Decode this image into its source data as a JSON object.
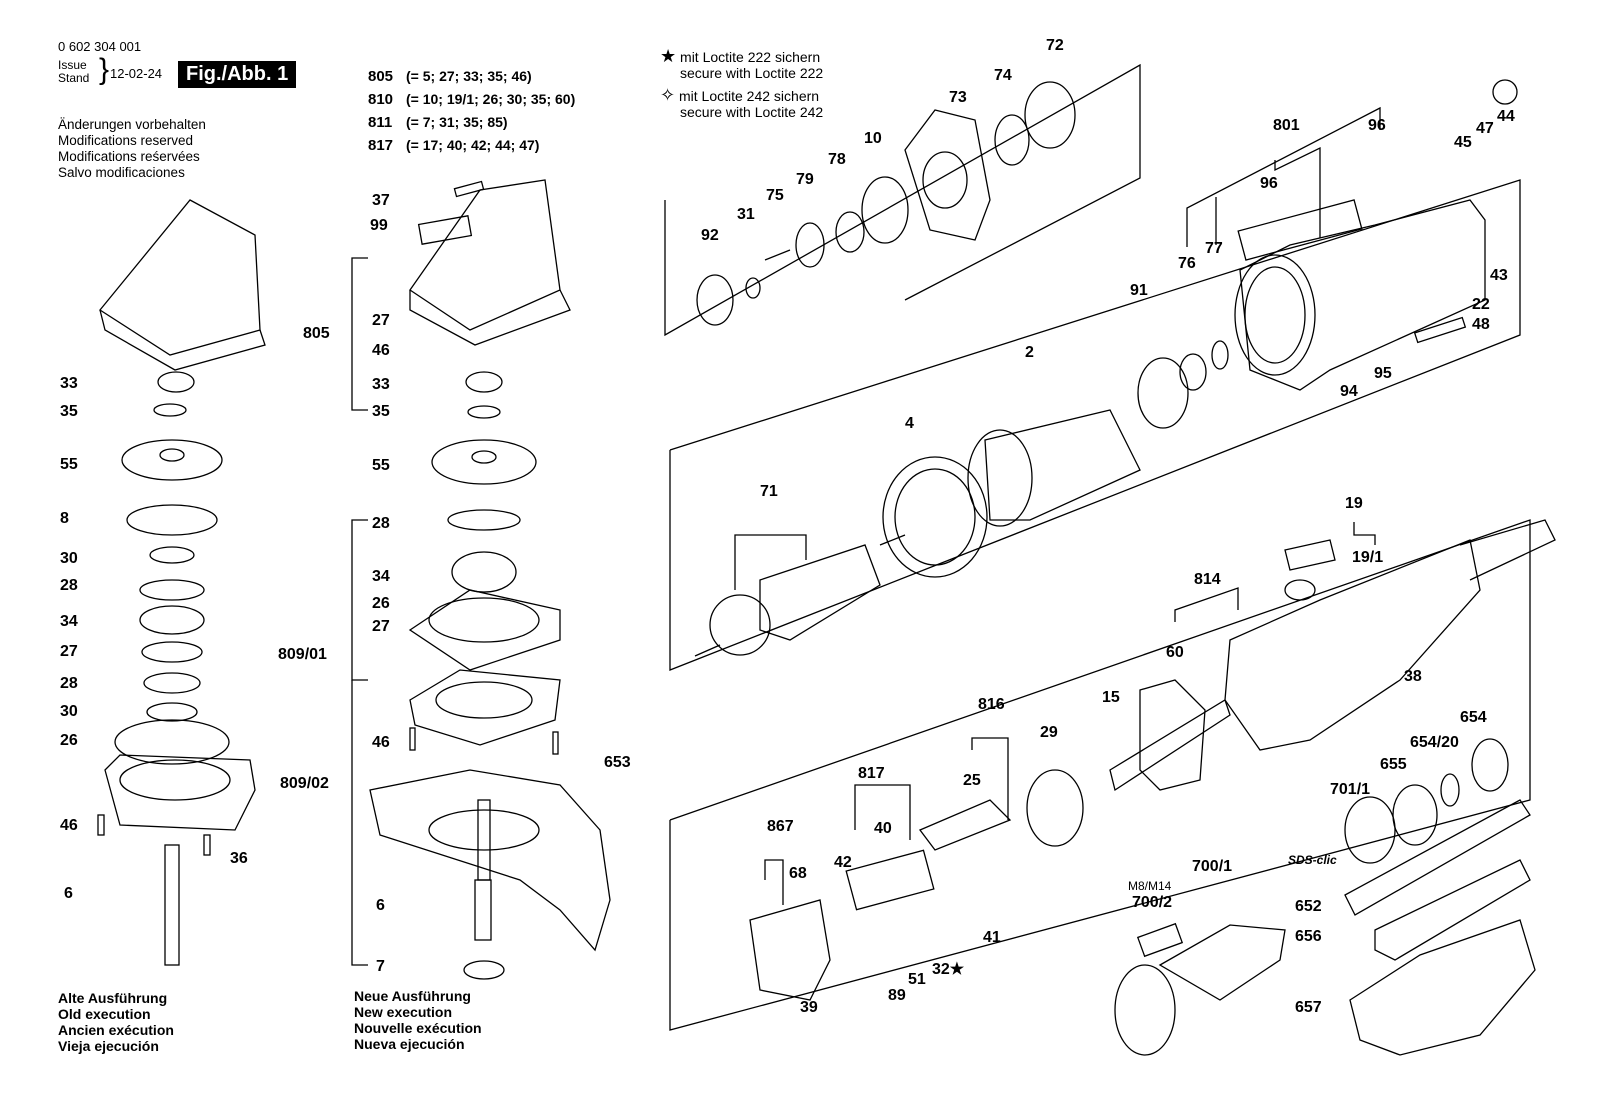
{
  "header": {
    "part_number": "0 602 304 001",
    "issue": "Issue",
    "stand": "Stand",
    "date": "12-02-24",
    "figure": "Fig./Abb. 1"
  },
  "notes": [
    "Änderungen vorbehalten",
    "Modifications reserved",
    "Modifications reśervées",
    "Salvo modificaciones"
  ],
  "groups": [
    {
      "num": "805",
      "parts": "(= 5; 27; 33; 35; 46)"
    },
    {
      "num": "810",
      "parts": "(= 10; 19/1; 26; 30; 35; 60)"
    },
    {
      "num": "811",
      "parts": "(= 7; 31; 35; 85)"
    },
    {
      "num": "817",
      "parts": "(= 17; 40; 42; 44; 47)"
    }
  ],
  "loctite": [
    {
      "symbol": "★",
      "line1": "mit Loctite 222 sichern",
      "line2": "secure with Loctite 222"
    },
    {
      "symbol": "✧",
      "line1": "mit Loctite 242 sichern",
      "line2": "secure with Loctite 242"
    }
  ],
  "old_execution": [
    "Alte Ausführung",
    "Old execution",
    "Ancien exécution",
    "Vieja ejecución"
  ],
  "new_execution": [
    "Neue Ausführung",
    "New execution",
    "Nouvelle exécution",
    "Nueva ejecución"
  ],
  "callouts": {
    "c33a": "33",
    "c35a": "35",
    "c55a": "55",
    "c8a": "8",
    "c30a": "30",
    "c28a": "28",
    "c34a": "34",
    "c27a": "27",
    "c28b": "28",
    "c30b": "30",
    "c26a": "26",
    "c46a": "46",
    "c6a": "6",
    "c36": "36",
    "c80902": "809/02",
    "c37": "37",
    "c99": "99",
    "c805": "805",
    "c27b": "27",
    "c46b": "46",
    "c33b": "33",
    "c35b": "35",
    "c55b": "55",
    "c28c": "28",
    "c34b": "34",
    "c26b": "26",
    "c27c": "27",
    "c80901": "809/01",
    "c46c": "46",
    "c6b": "6",
    "c7": "7",
    "c653": "653",
    "c92": "92",
    "c31": "31",
    "c75": "75",
    "c79": "79",
    "c78": "78",
    "c10": "10",
    "c73": "73",
    "c74": "74",
    "c72": "72",
    "c801": "801",
    "c96a": "96",
    "c96b": "96",
    "c76": "76",
    "c77": "77",
    "c45": "45",
    "c47": "47",
    "c44": "44",
    "c43": "43",
    "c22": "22",
    "c48": "48",
    "c94": "94",
    "c95": "95",
    "c91": "91",
    "c2": "2",
    "c4": "4",
    "c71": "71",
    "c19": "19",
    "c191": "19/1",
    "c814": "814",
    "c60": "60",
    "c38": "38",
    "c15": "15",
    "c29": "29",
    "c816": "816",
    "c25": "25",
    "c817": "817",
    "c40": "40",
    "c42": "42",
    "c867": "867",
    "c68": "68",
    "c39": "39",
    "c89": "89",
    "c51": "51",
    "c32": "32",
    "c41": "41",
    "c654": "654",
    "c65420": "654/20",
    "c655": "655",
    "c7011": "701/1",
    "c7001": "700/1",
    "c7002": "700/2",
    "c652": "652",
    "c656": "656",
    "c657": "657"
  },
  "misc": {
    "m8m14": "M8/M14",
    "sds": "SDS-clic"
  }
}
